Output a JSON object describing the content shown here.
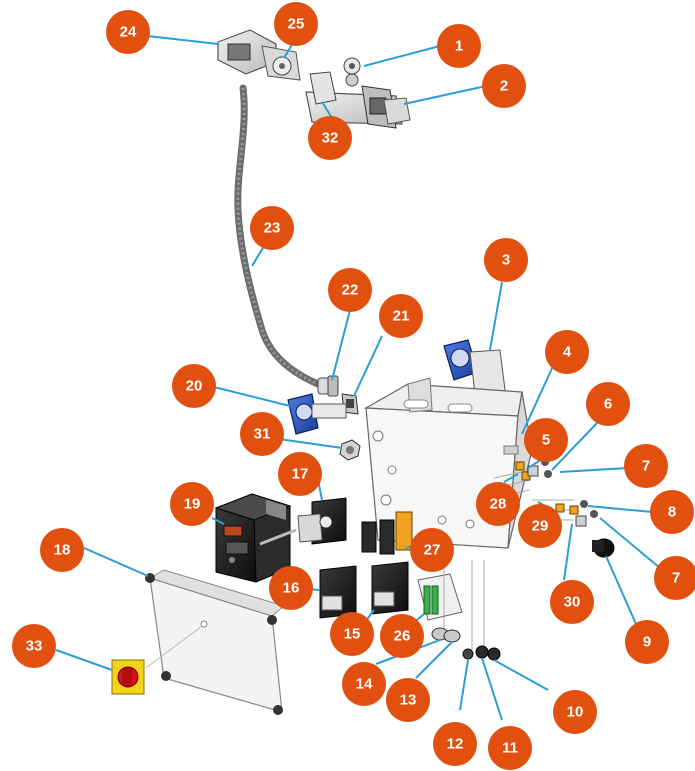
{
  "figure": {
    "callout_color": "#e1500f",
    "leader_color": "#2a9fd6",
    "callouts": [
      {
        "id": "1",
        "label": "1"
      },
      {
        "id": "2",
        "label": "2"
      },
      {
        "id": "3",
        "label": "3"
      },
      {
        "id": "4",
        "label": "4"
      },
      {
        "id": "5",
        "label": "5"
      },
      {
        "id": "6",
        "label": "6"
      },
      {
        "id": "7a",
        "label": "7"
      },
      {
        "id": "7b",
        "label": "7"
      },
      {
        "id": "8",
        "label": "8"
      },
      {
        "id": "9",
        "label": "9"
      },
      {
        "id": "10",
        "label": "10"
      },
      {
        "id": "11",
        "label": "11"
      },
      {
        "id": "12",
        "label": "12"
      },
      {
        "id": "13",
        "label": "13"
      },
      {
        "id": "14",
        "label": "14"
      },
      {
        "id": "15",
        "label": "15"
      },
      {
        "id": "16",
        "label": "16"
      },
      {
        "id": "17",
        "label": "17"
      },
      {
        "id": "18",
        "label": "18"
      },
      {
        "id": "19",
        "label": "19"
      },
      {
        "id": "20",
        "label": "20"
      },
      {
        "id": "21",
        "label": "21"
      },
      {
        "id": "22",
        "label": "22"
      },
      {
        "id": "23",
        "label": "23"
      },
      {
        "id": "24",
        "label": "24"
      },
      {
        "id": "25",
        "label": "25"
      },
      {
        "id": "26",
        "label": "26"
      },
      {
        "id": "27",
        "label": "27"
      },
      {
        "id": "28",
        "label": "28"
      },
      {
        "id": "29",
        "label": "29"
      },
      {
        "id": "30",
        "label": "30"
      },
      {
        "id": "31",
        "label": "31"
      },
      {
        "id": "32",
        "label": "32"
      },
      {
        "id": "33",
        "label": "33"
      }
    ]
  }
}
